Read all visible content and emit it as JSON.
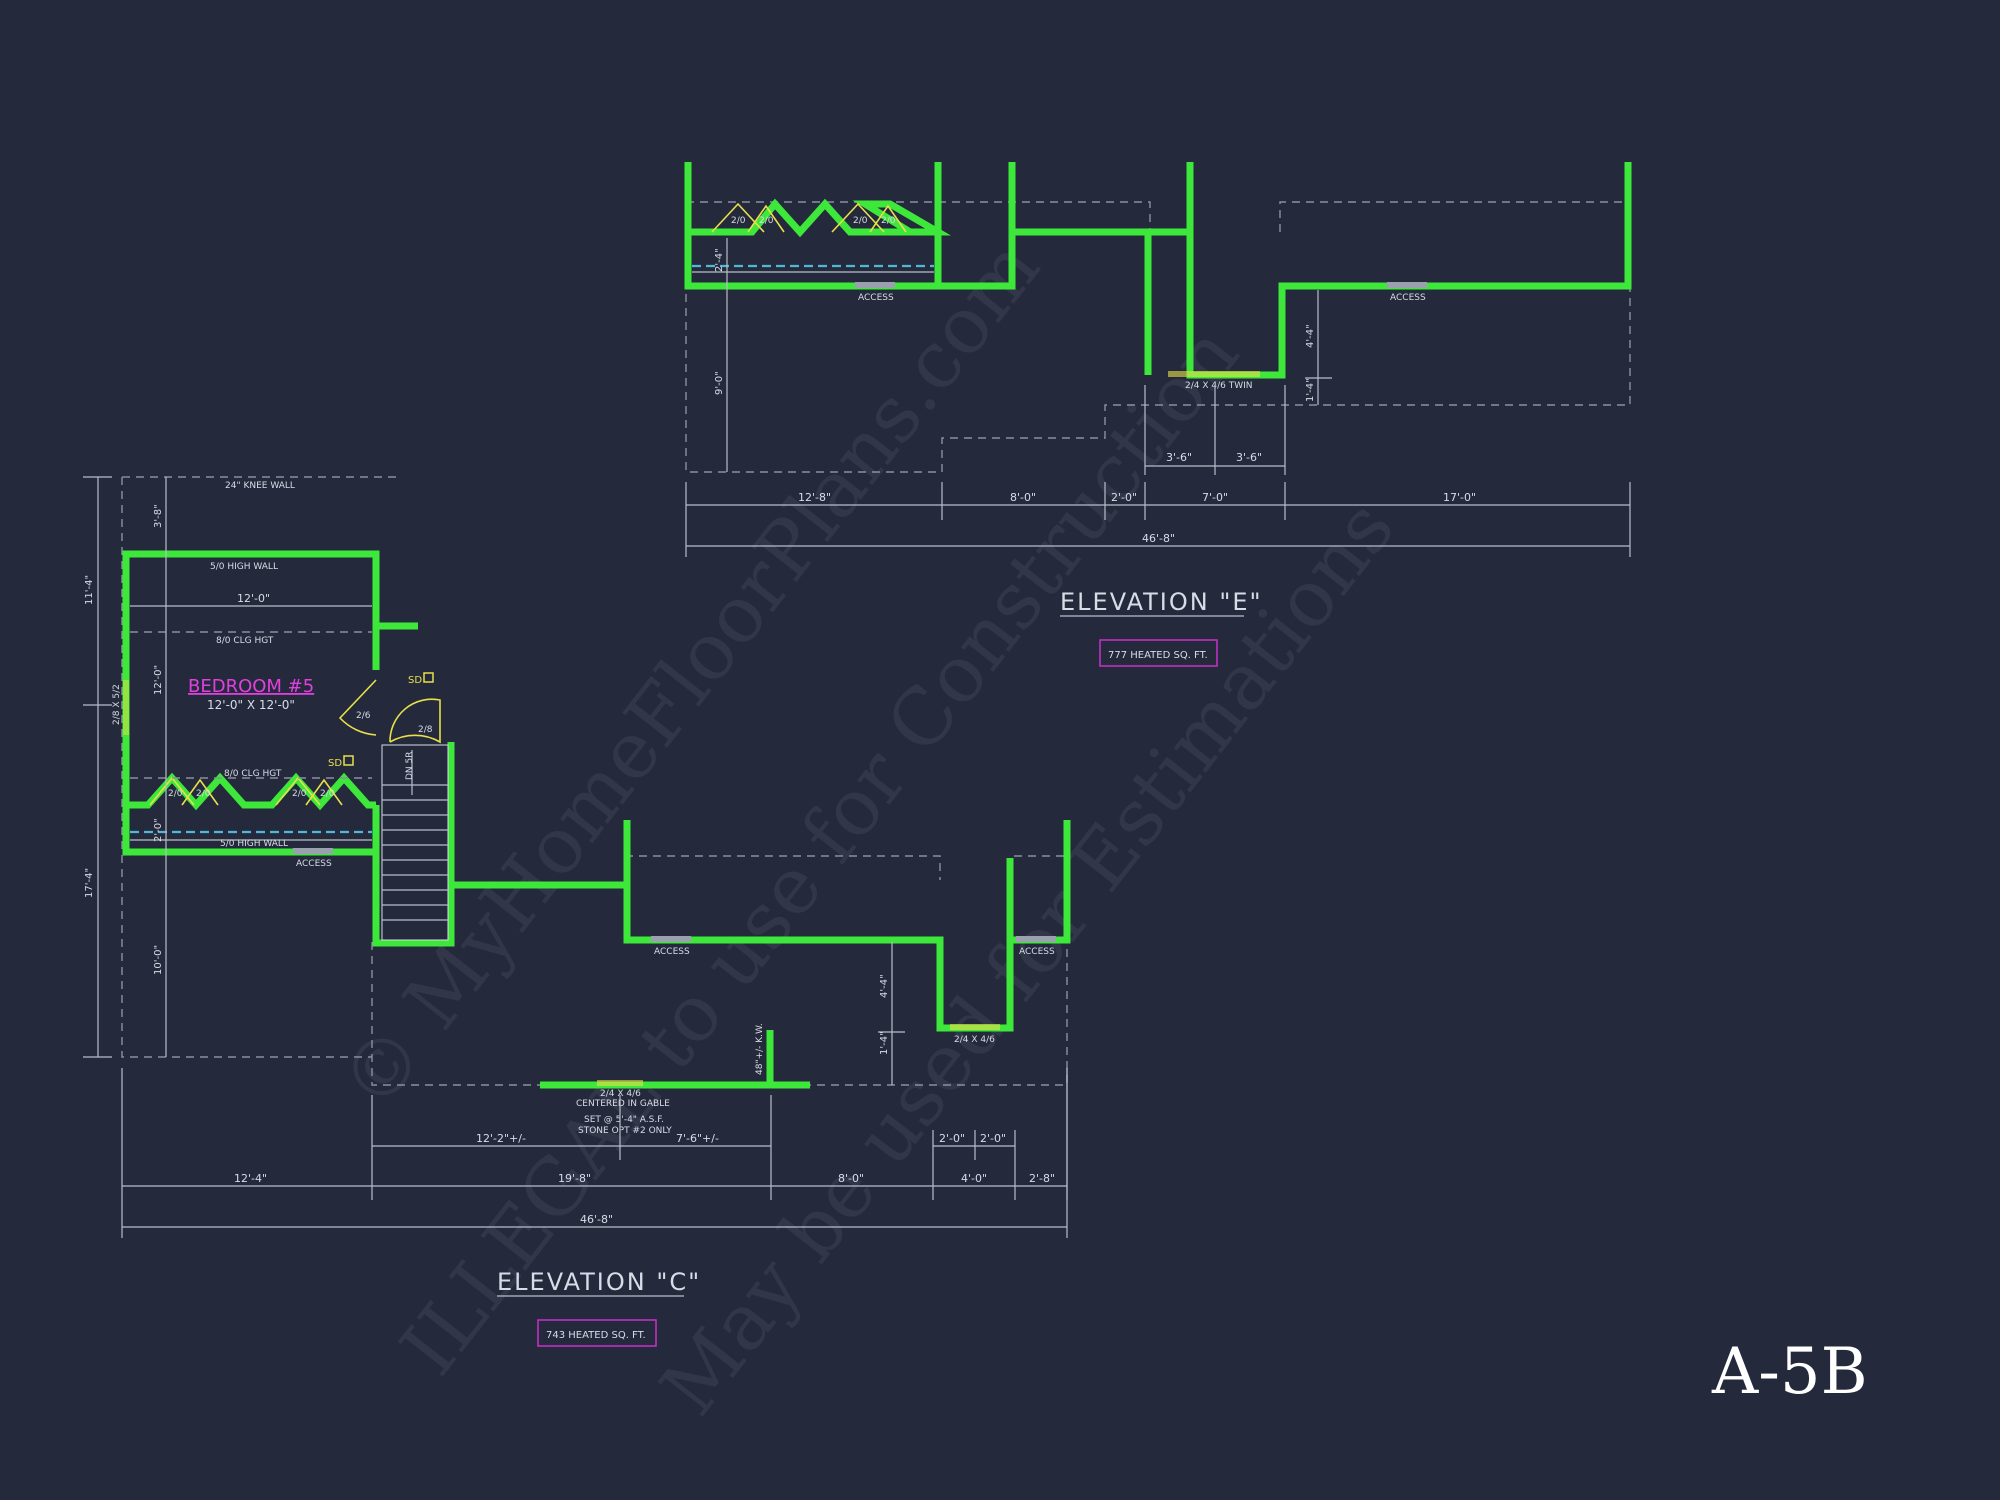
{
  "sheet": {
    "number": "A-5B"
  },
  "watermark": {
    "line1": "© MyHomeFloorPlans.com",
    "line2": "ILLEGAL to use for Construction",
    "line3": "May be used for Estimations"
  },
  "elevation_e": {
    "title": "ELEVATION \"E\"",
    "area": "777 HEATED SQ. FT.",
    "windows": [
      "2/0",
      "2/0",
      "2/0",
      "2/0"
    ],
    "access_1": "ACCESS",
    "access_2": "ACCESS",
    "twin_window": "2/4 X 4/6 TWIN",
    "vert_dims": [
      "2'-4\"",
      "9'-0\"",
      "4'-4\"",
      "1'-4\""
    ],
    "sub_dims": [
      "3'-6\"",
      "3'-6\""
    ],
    "dims": [
      "12'-8\"",
      "8'-0\"",
      "2'-0\"",
      "7'-0\"",
      "17'-0\""
    ],
    "overall": "46'-8\""
  },
  "elevation_c": {
    "title": "ELEVATION \"C\"",
    "area": "743 HEATED SQ. FT.",
    "knee_wall": "24\" KNEE WALL",
    "high_wall_top": "5/0 HIGH WALL",
    "high_wall_bottom": "5/0 HIGH WALL",
    "width_dim": "12'-0\"",
    "clg_top": "8/0 CLG HGT",
    "clg_bottom": "8/0 CLG HGT",
    "room_name": "BEDROOM #5",
    "room_size": "12'-0\" X 12'-0\"",
    "door_1": "2/6",
    "door_2": "2/8",
    "sd_1": "SD",
    "sd_2": "SD",
    "stair": "DN 5R",
    "side_window": "2/8 X 5/2",
    "windows": [
      "2/0",
      "2/0",
      "2/0",
      "2/0"
    ],
    "access_1": "ACCESS",
    "access_2": "ACCESS",
    "access_3": "ACCESS",
    "window_center": "2/4 X 4/6",
    "gable_1": "2/4 X 4/6",
    "gable_2": "CENTERED IN GABLE",
    "gable_3": "SET @ 5'-4\" A.S.F.",
    "gable_4": "STONE OPT #2 ONLY",
    "kw": "48\"+/- K.W.",
    "vert_dims": [
      "3'-8\"",
      "12'-0\"",
      "2'-0\"",
      "10'-0\"",
      "4'-4\"",
      "1'-4\""
    ],
    "outer_vert_dims": [
      "11'-4\"",
      "17'-4\""
    ],
    "sub_dims": [
      "12'-2\"+/-",
      "7'-6\"+/-",
      "2'-0\"",
      "2'-0\""
    ],
    "dims": [
      "12'-4\"",
      "19'-8\"",
      "8'-0\"",
      "4'-0\"",
      "2'-8\""
    ],
    "overall": "46'-8\""
  },
  "colors": {
    "background": "#242a3c",
    "wall": "#3ee83a",
    "window": "#e8e04a",
    "room_label": "#e040e0",
    "area_box": "#c030c0"
  }
}
